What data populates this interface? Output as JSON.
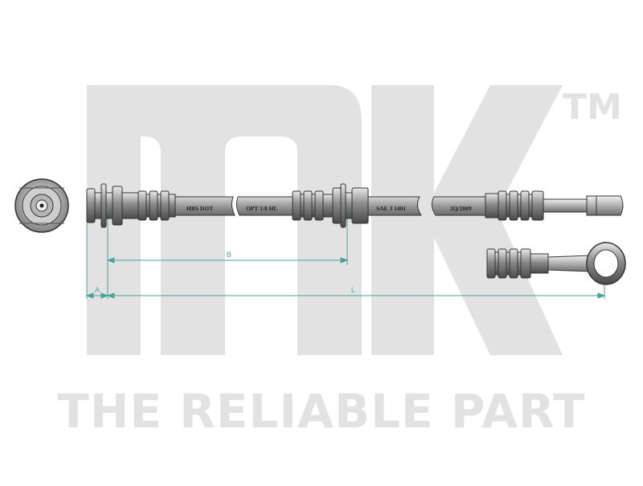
{
  "logo": {
    "trademark": "TM",
    "tagline": "THE RELIABLE PART"
  },
  "hose_labels": {
    "segment_1": "HBS DOT",
    "segment_2": "OPT 1/8 HL",
    "segment_3": "SAE J 1401",
    "segment_4": "2Q/2009"
  },
  "dimensions": {
    "a": "A",
    "b": "B",
    "l": "L"
  },
  "colors": {
    "watermark": "#e2e2e2",
    "dimension_line": "#4aa39a",
    "hose": "#7a7a7a",
    "fitting": "#9a9a9a"
  }
}
